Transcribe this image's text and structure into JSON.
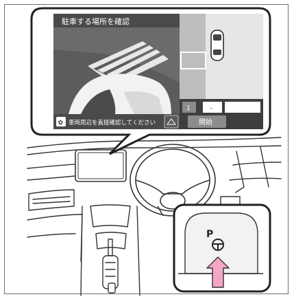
{
  "screen": {
    "title": "駐車する場所を確認",
    "status": "車両周辺を直接確認してください",
    "slot_number": "1",
    "slot_dash": "–",
    "start_button": "開始"
  },
  "button": {
    "label": "P"
  },
  "colors": {
    "screen_dark": "#555555",
    "screen_light": "#d8d8d8",
    "arrow": "#f4a6c6",
    "outline": "#333333"
  }
}
